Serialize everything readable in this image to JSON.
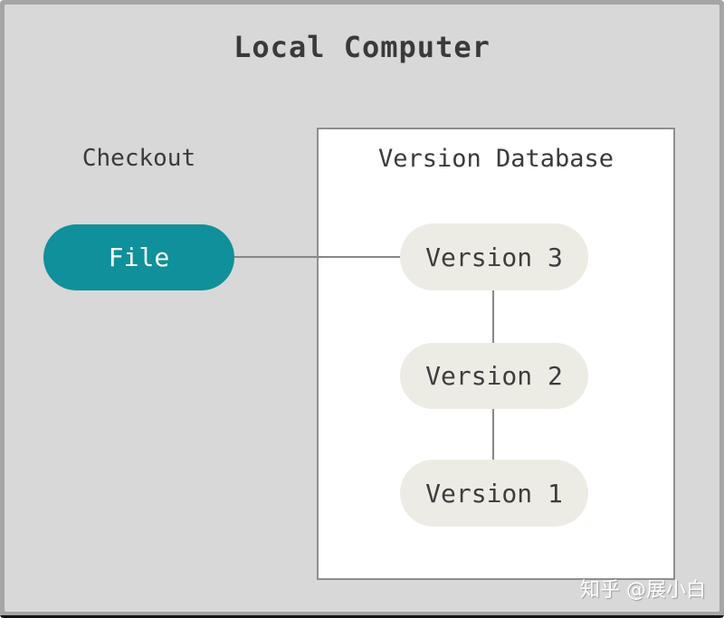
{
  "diagram": {
    "title": "Local Computer",
    "checkout": {
      "label": "Checkout",
      "file_label": "File"
    },
    "version_database": {
      "title": "Version Database",
      "versions": [
        "Version 3",
        "Version 2",
        "Version 1"
      ]
    },
    "watermark": "知乎 @展小白",
    "colors": {
      "background": "#d8d8d8",
      "frame": "#a5a5a5",
      "bottom_bar": "#151515",
      "text": "#3a3a3a",
      "box_bg": "#ffffff",
      "box_border": "#8e8e8e",
      "connector": "#878787",
      "file_pill": "#10909a",
      "file_text": "#ffffff",
      "version_pill": "#edece4",
      "version_text": "#3d3d3d",
      "watermark_text": "#ffffff"
    }
  }
}
